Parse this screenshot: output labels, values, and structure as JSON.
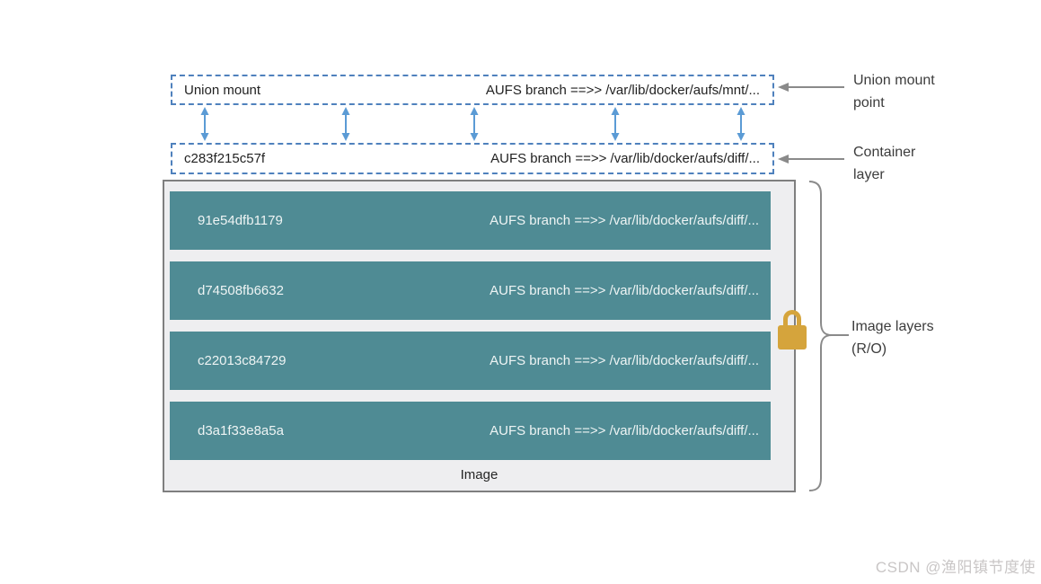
{
  "diagram": {
    "union_mount_row": {
      "title": "Union mount",
      "branch": "AUFS branch ==>> /var/lib/docker/aufs/mnt/..."
    },
    "container_row": {
      "id": "c283f215c57f",
      "branch": "AUFS branch ==>> /var/lib/docker/aufs/diff/..."
    },
    "image_box": {
      "caption": "Image",
      "layers": [
        {
          "id": "91e54dfb1179",
          "branch": "AUFS branch ==>> /var/lib/docker/aufs/diff/..."
        },
        {
          "id": "d74508fb6632",
          "branch": "AUFS branch ==>> /var/lib/docker/aufs/diff/..."
        },
        {
          "id": "c22013c84729",
          "branch": "AUFS branch ==>> /var/lib/docker/aufs/diff/..."
        },
        {
          "id": "d3a1f33e8a5a",
          "branch": "AUFS branch ==>> /var/lib/docker/aufs/diff/..."
        }
      ]
    },
    "annotations": {
      "union_mount_point": "Union mount point",
      "container_layer": "Container layer",
      "image_layers": "Image layers (R/O)"
    },
    "icons": {
      "lock": "lock-icon",
      "vertical_double_arrow": "double-arrow-icon",
      "callout_arrow": "left-arrow-icon",
      "brace": "curly-brace"
    },
    "colors": {
      "layer_teal": "#4f8b94",
      "image_box_fill": "#eeeef0",
      "image_box_border": "#7f7f7f",
      "dashed_border_blue": "#4f81bd",
      "arrow_blue": "#5b9bd5",
      "callout_gray": "#8a8a8a",
      "lock_gold": "#d5a43c",
      "text_dark": "#262626",
      "layer_text": "#eef4f4"
    }
  },
  "watermark": "CSDN @渔阳镇节度使"
}
